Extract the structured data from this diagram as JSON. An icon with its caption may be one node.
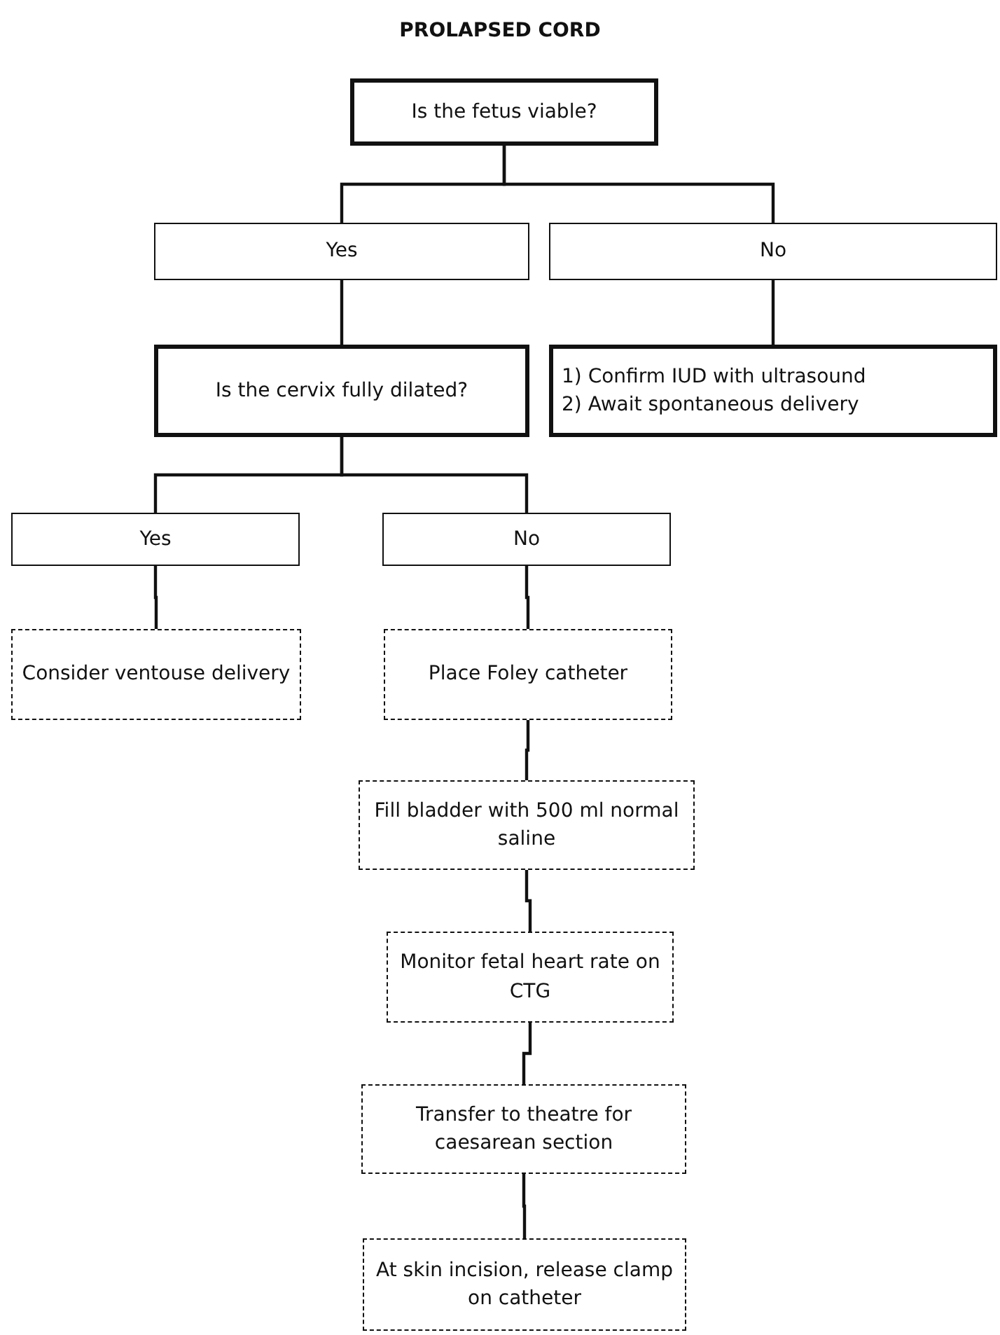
{
  "diagram": {
    "title": "PROLAPSED CORD",
    "nodes": [
      {
        "text": [
          "Is the fetus viable?"
        ]
      },
      {
        "text": [
          "Yes"
        ]
      },
      {
        "text": [
          "No"
        ]
      },
      {
        "text": [
          "Is the cervix fully dilated?"
        ]
      },
      {
        "text": [
          "1) Confirm IUD with ultrasound",
          "2) Await spontaneous delivery"
        ]
      },
      {
        "text": [
          "Yes"
        ]
      },
      {
        "text": [
          "No"
        ]
      },
      {
        "text": [
          "Consider ventouse delivery"
        ]
      },
      {
        "text": [
          "Place Foley catheter"
        ]
      },
      {
        "text": [
          "Fill bladder with 500 ml normal saline"
        ]
      },
      {
        "text": [
          "Monitor fetal heart rate on CTG"
        ]
      },
      {
        "text": [
          "Transfer to theatre for caesarean section"
        ]
      },
      {
        "text": [
          "At skin incision, release clamp on catheter"
        ]
      }
    ],
    "edges": [
      {
        "from": 0,
        "to": 1,
        "arrow": "none"
      },
      {
        "from": 0,
        "to": 2,
        "arrow": "none"
      },
      {
        "from": 1,
        "to": 3,
        "arrow": "none"
      },
      {
        "from": 2,
        "to": 4,
        "arrow": "none"
      },
      {
        "from": 3,
        "to": 5,
        "arrow": "none"
      },
      {
        "from": 3,
        "to": 6,
        "arrow": "none"
      },
      {
        "from": 5,
        "to": 7,
        "arrow": "none"
      },
      {
        "from": 6,
        "to": 8,
        "arrow": "none"
      },
      {
        "from": 8,
        "to": 9,
        "arrow": "none"
      },
      {
        "from": 9,
        "to": 10,
        "arrow": "none"
      },
      {
        "from": 10,
        "to": 11,
        "arrow": "none"
      },
      {
        "from": 11,
        "to": 12,
        "arrow": "none"
      }
    ]
  }
}
